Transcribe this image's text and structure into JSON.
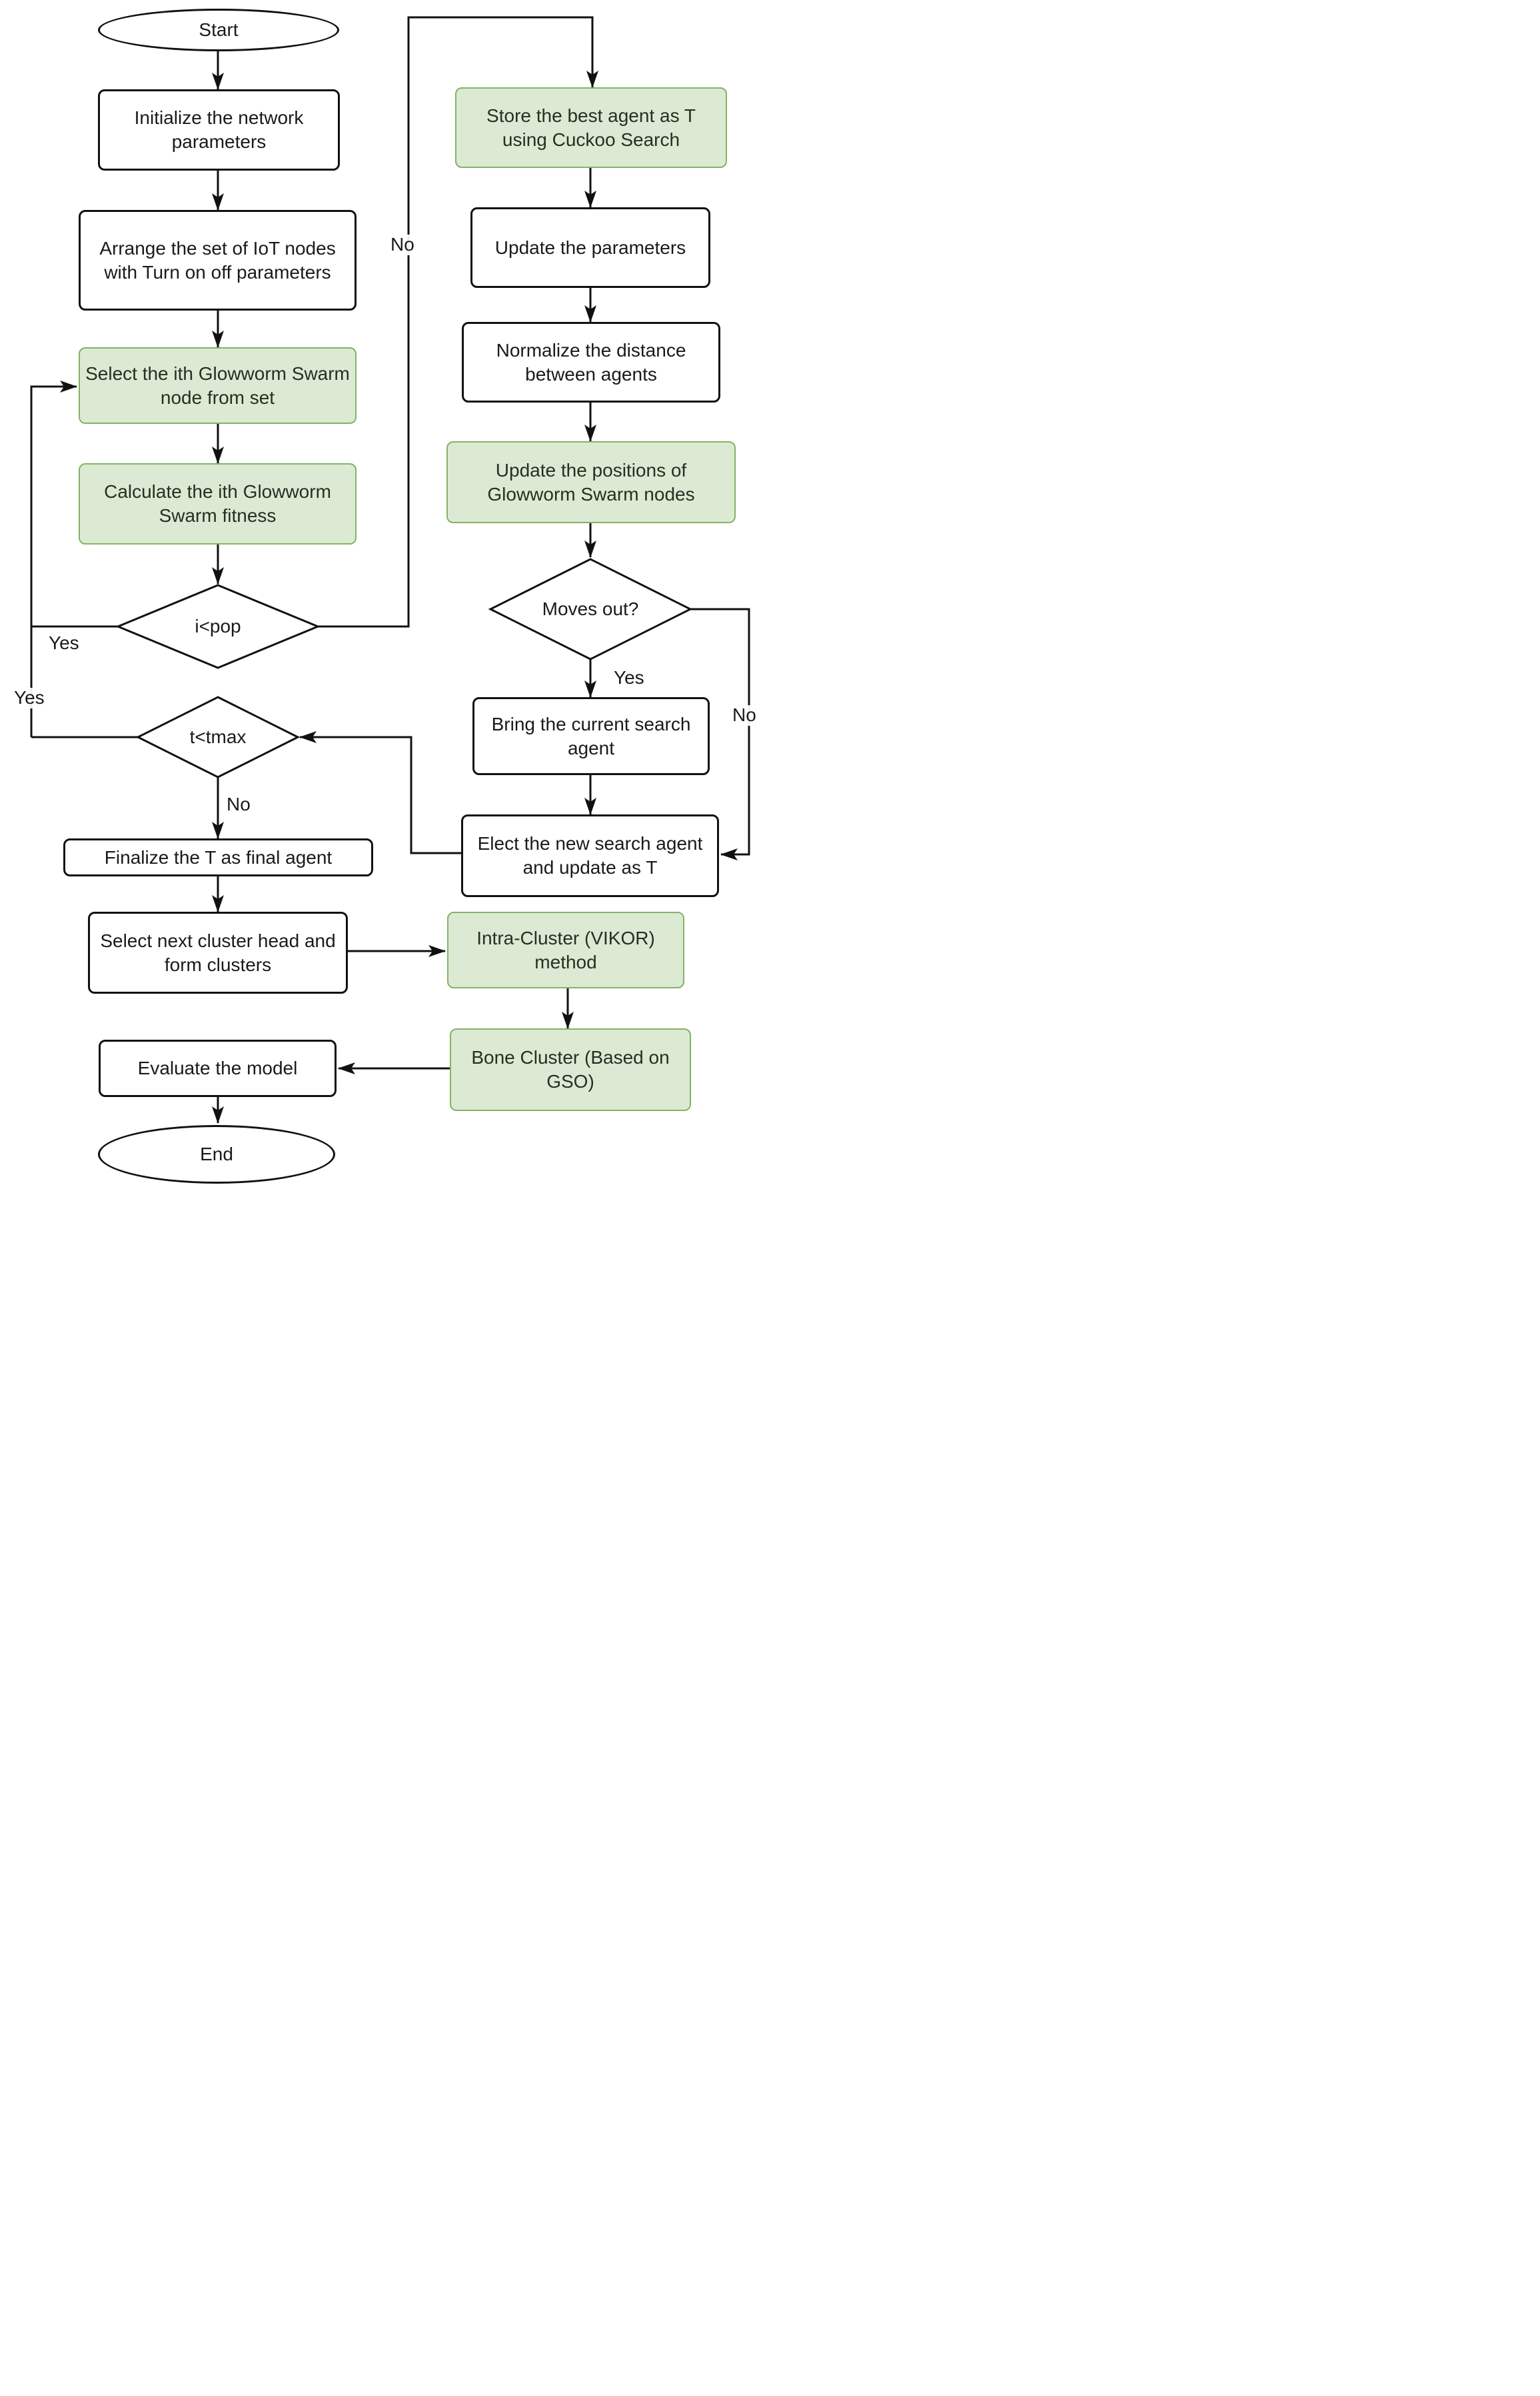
{
  "diagram": {
    "type": "flowchart",
    "colors": {
      "background": "#ffffff",
      "line": "#111111",
      "box_border": "#111111",
      "box_fill": "#ffffff",
      "highlight_fill": "#dcead3",
      "highlight_border": "#82b366",
      "text": "#1a1a1a"
    },
    "nodes": {
      "start": {
        "label": "Start",
        "type": "terminator"
      },
      "initialize": {
        "label": "Initialize the network parameters",
        "type": "process"
      },
      "arrange": {
        "label": "Arrange the set of IoT nodes with Turn on off parameters",
        "type": "process"
      },
      "select_node": {
        "label": "Select the ith Glowworm Swarm node from set",
        "type": "process-highlight"
      },
      "calculate": {
        "label": "Calculate the ith Glowworm Swarm fitness",
        "type": "process-highlight"
      },
      "i_pop": {
        "label": "i<pop",
        "type": "decision"
      },
      "t_tmax": {
        "label": "t<tmax",
        "type": "decision"
      },
      "finalize": {
        "label": "Finalize the T as final agent",
        "type": "process"
      },
      "select_cluster": {
        "label": "Select next cluster head and form clusters",
        "type": "process"
      },
      "evaluate": {
        "label": "Evaluate the model",
        "type": "process"
      },
      "end": {
        "label": "End",
        "type": "terminator"
      },
      "store": {
        "label": "Store the best agent as T using Cuckoo Search",
        "type": "process-highlight"
      },
      "update_params": {
        "label": "Update the parameters",
        "type": "process"
      },
      "normalize": {
        "label": "Normalize the distance between agents",
        "type": "process"
      },
      "update_positions": {
        "label": "Update the positions of Glowworm Swarm nodes",
        "type": "process-highlight"
      },
      "moves_out": {
        "label": "Moves out?",
        "type": "decision"
      },
      "bring": {
        "label": "Bring the current search agent",
        "type": "process"
      },
      "elect": {
        "label": "Elect the new search agent and update as T",
        "type": "process"
      },
      "intra_cluster": {
        "label": "Intra-Cluster (VIKOR) method",
        "type": "process-highlight"
      },
      "bone_cluster": {
        "label": "Bone Cluster (Based on GSO)",
        "type": "process-highlight"
      }
    },
    "edge_labels": {
      "ipop_yes": "Yes",
      "outer_yes": "Yes",
      "top_no": "No",
      "ttmax_no": "No",
      "moves_yes": "Yes",
      "moves_no": "No"
    }
  }
}
